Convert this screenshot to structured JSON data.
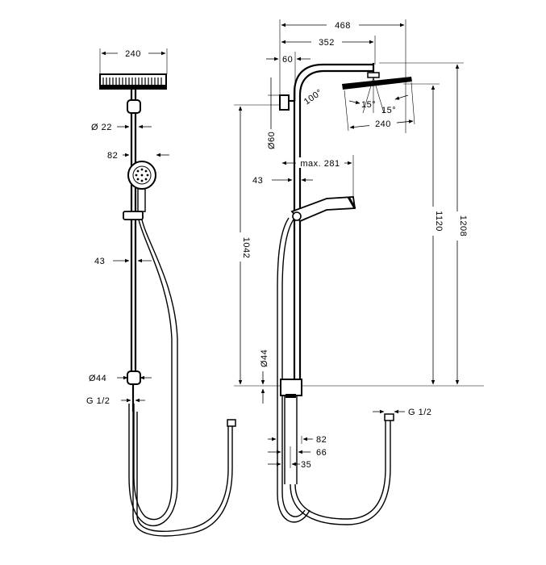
{
  "front": {
    "dim_head_width": "240",
    "dim_arm_dia": "Ø 22",
    "dim_handshower": "82",
    "dim_bar": "43",
    "dim_bottom_dia": "Ø44",
    "dim_thread": "G 1/2"
  },
  "side": {
    "dim_total_reach": "468",
    "dim_arm_reach": "352",
    "dim_wall_offset": "60",
    "dim_angle": "100°",
    "dim_tilt_left": "15°",
    "dim_tilt_right": "15°",
    "dim_head_width": "240",
    "dim_mount_dia": "Ø60",
    "dim_max_reach": "max. 281",
    "dim_bar": "43",
    "dim_height_lower": "1042",
    "dim_height_head": "1120",
    "dim_height_total": "1208",
    "dim_bottom_dia": "Ø44",
    "dim_thread": "G 1/2",
    "dim_d82": "82",
    "dim_d66": "66",
    "dim_d35": "35"
  }
}
